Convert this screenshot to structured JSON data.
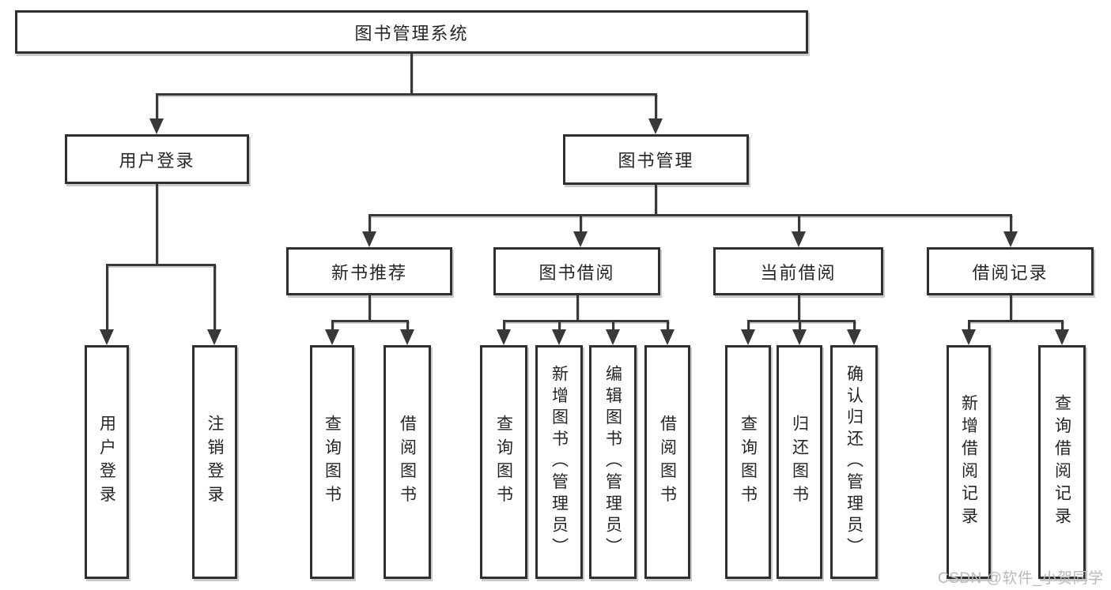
{
  "diagram": {
    "root": {
      "label": "图书管理系统"
    },
    "level2": [
      {
        "label": "用户登录",
        "children": [
          {
            "label": "用户登录"
          },
          {
            "label": "注销登录"
          }
        ]
      },
      {
        "label": "图书管理",
        "children": [
          {
            "label": "新书推荐",
            "children": [
              {
                "label": "查询图书"
              },
              {
                "label": "借阅图书"
              }
            ]
          },
          {
            "label": "图书借阅",
            "children": [
              {
                "label": "查询图书"
              },
              {
                "label": "新增图书（管理员）"
              },
              {
                "label": "编辑图书（管理员）"
              },
              {
                "label": "借阅图书"
              }
            ]
          },
          {
            "label": "当前借阅",
            "children": [
              {
                "label": "查询图书"
              },
              {
                "label": "归还图书"
              },
              {
                "label": "确认归还（管理员）"
              }
            ]
          },
          {
            "label": "借阅记录",
            "children": [
              {
                "label": "新增借阅记录"
              },
              {
                "label": "查询借阅记录"
              }
            ]
          }
        ]
      }
    ]
  },
  "watermark": {
    "text": "CSDN @软件_小贺同学"
  },
  "colors": {
    "line": "#383838",
    "box_border": "#2f2f2f",
    "text": "#262626",
    "watermark": "#b9b9b9",
    "background": "#ffffff"
  }
}
